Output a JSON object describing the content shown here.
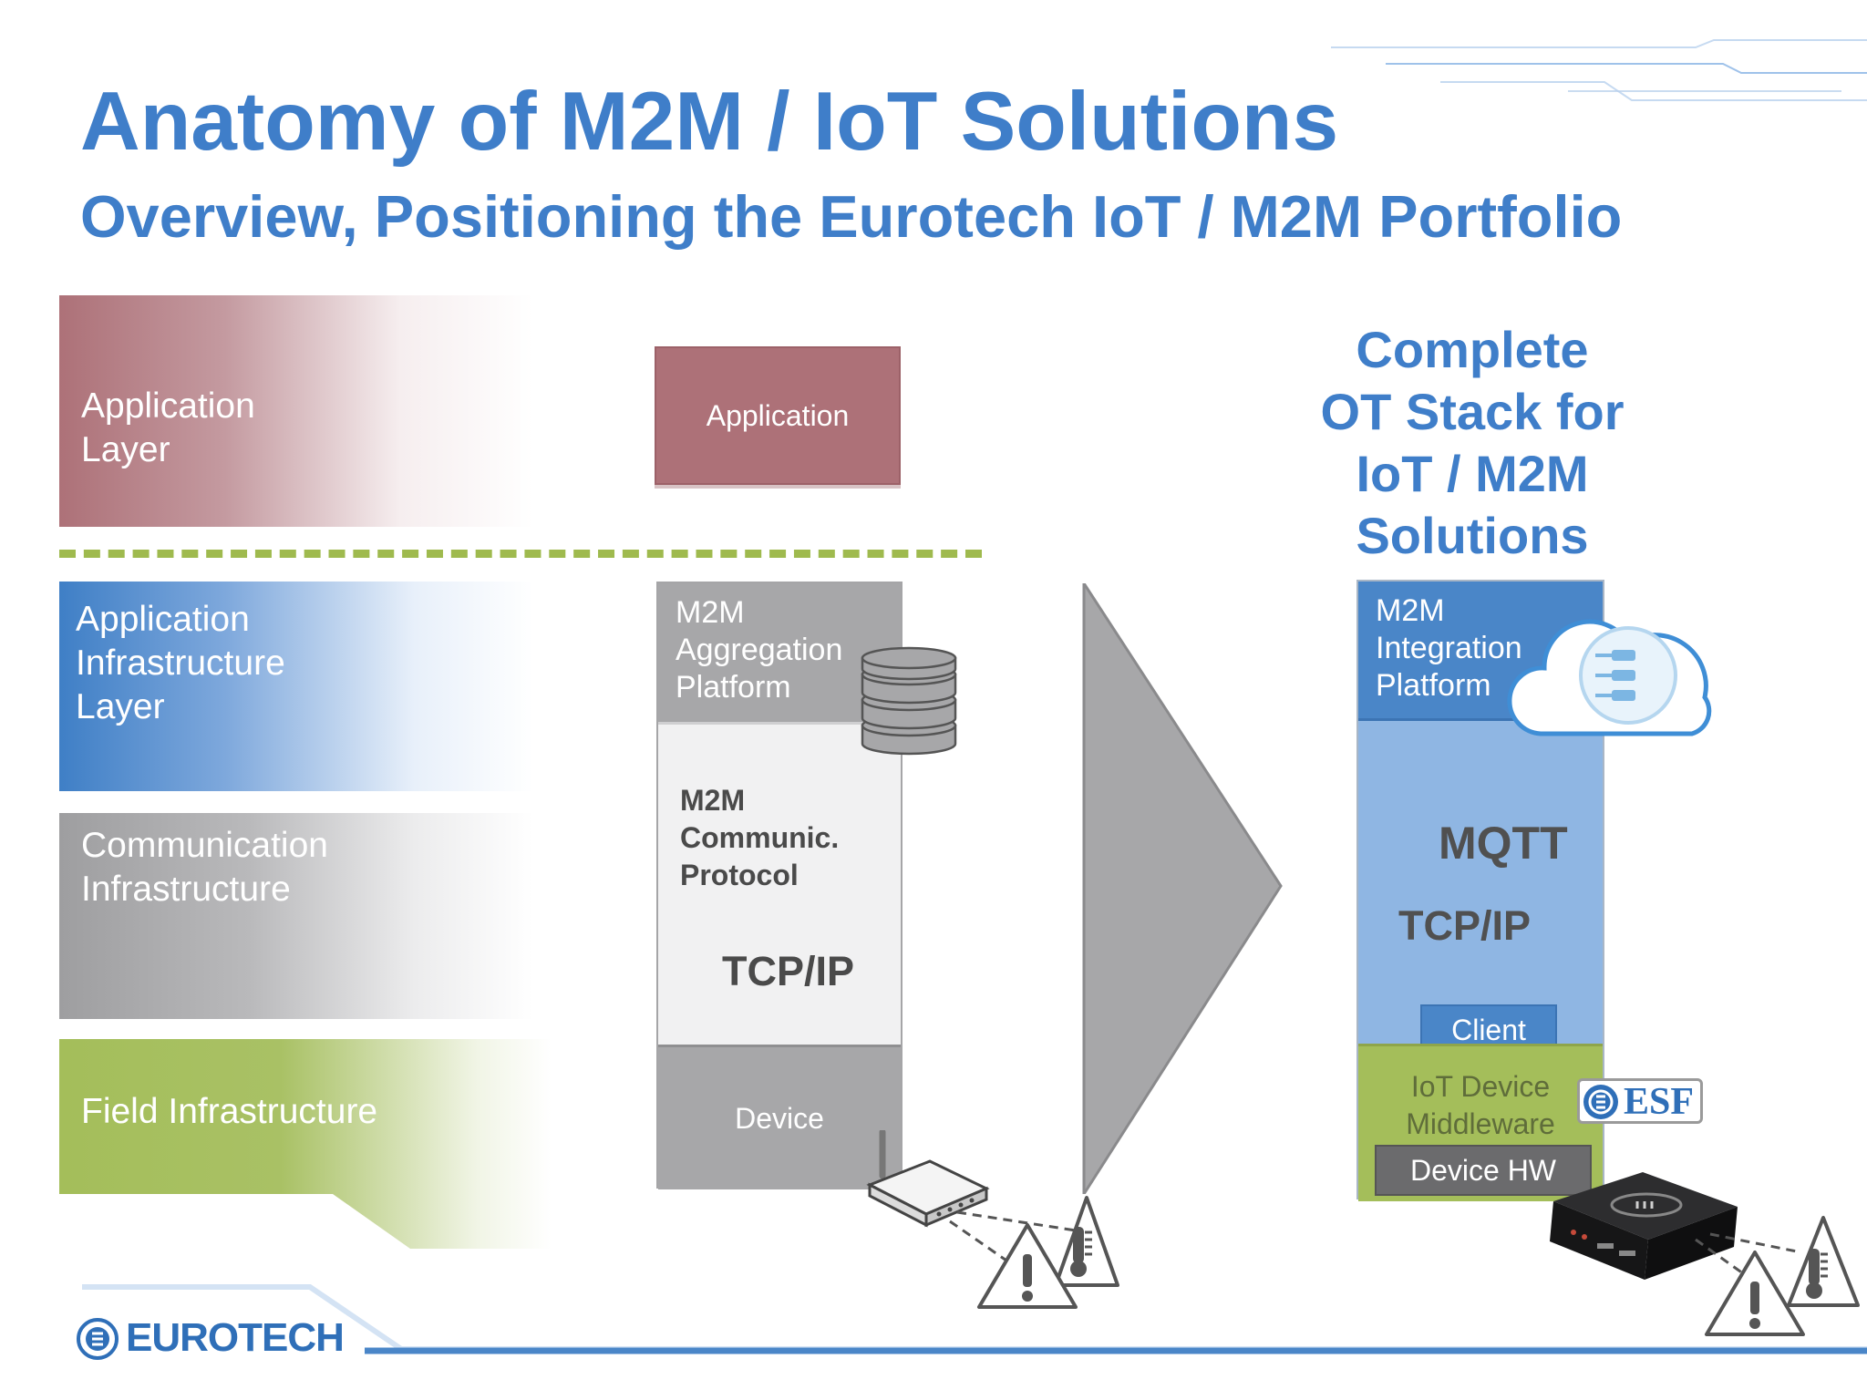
{
  "title": "Anatomy of M2M / IoT Solutions",
  "subtitle": "Overview, Positioning the Eurotech IoT / M2M Portfolio",
  "layers": [
    {
      "lines": [
        "Application",
        "Layer"
      ],
      "color": "#ad7178"
    },
    {
      "lines": [
        "Application",
        "Infrastructure",
        "Layer"
      ],
      "color": "#4a86c8"
    },
    {
      "lines": [
        "Communication",
        "Infrastructure"
      ],
      "color": "#a7a7a9"
    },
    {
      "lines": [
        "Field Infrastructure"
      ],
      "color": "#a4be5a"
    }
  ],
  "generic_stack": {
    "application": "Application",
    "aggregation": [
      "M2M",
      "Aggregation",
      "Platform"
    ],
    "protocol": [
      "M2M",
      "Communic.",
      "Protocol"
    ],
    "tcpip": "TCP/IP",
    "device": "Device"
  },
  "right_title": [
    "Complete",
    "OT Stack for",
    "IoT / M2M",
    "Solutions"
  ],
  "eurotech_stack": {
    "integration": [
      "M2M",
      "Integration",
      "Platform"
    ],
    "mqtt": "MQTT",
    "tcpip": "TCP/IP",
    "client": "Client",
    "middleware": [
      "IoT Device",
      "Middleware"
    ],
    "hw": "Device HW",
    "esf": "ESF"
  },
  "logo": "EUROTECH",
  "colors": {
    "title": "#3f7ec9",
    "app_red": "#ad7178",
    "infra_blue": "#4a86c8",
    "light_blue": "#8fb6e3",
    "gray": "#a7a7a9",
    "green": "#a4be5a",
    "dash": "#9fba4e"
  },
  "icons": {
    "database": "database-icon",
    "cloud": "cloud-icon",
    "router": "router-icon",
    "alert": "warning-triangle-icon",
    "thermometer": "thermometer-icon",
    "gateway": "gateway-device-icon"
  }
}
